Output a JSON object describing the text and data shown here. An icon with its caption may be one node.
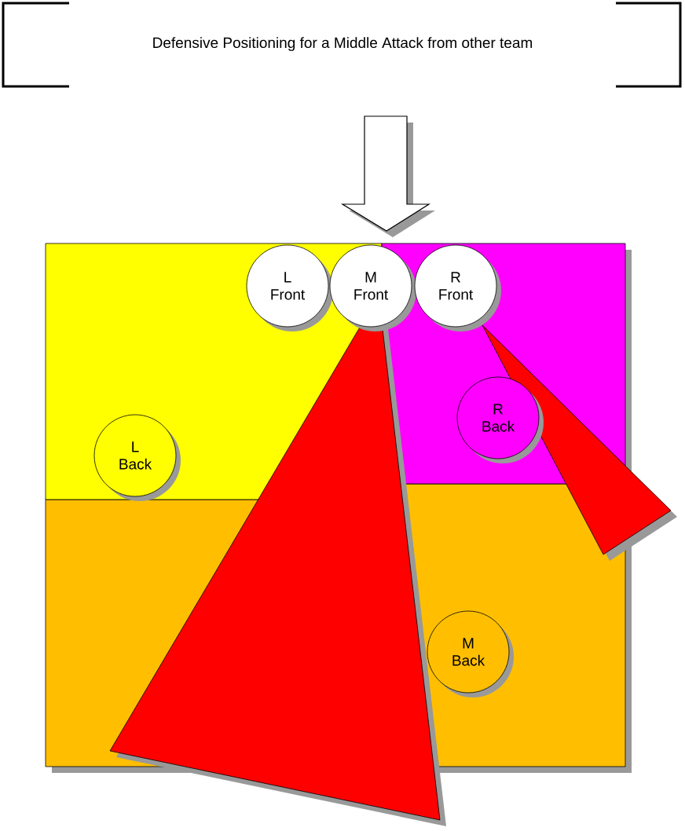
{
  "diagram": {
    "title": "Defensive Positioning for a Middle Attack from other team",
    "nodes": [
      {
        "text": [
          "L Front"
        ]
      },
      {
        "text": [
          "M Front"
        ]
      },
      {
        "text": [
          "R Front"
        ]
      },
      {
        "text": [
          "L Back"
        ]
      },
      {
        "text": [
          "R Back"
        ]
      },
      {
        "text": [
          "M Back"
        ]
      }
    ]
  }
}
